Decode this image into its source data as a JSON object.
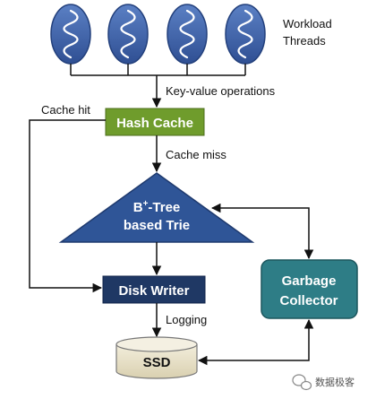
{
  "workload": {
    "label_line1": "Workload",
    "label_line2": "Threads",
    "thread_count": 4
  },
  "edges": {
    "kv_ops": "Key-value operations",
    "cache_hit": "Cache hit",
    "cache_miss": "Cache miss",
    "logging": "Logging"
  },
  "nodes": {
    "hash_cache": "Hash Cache",
    "btree_line1": "B",
    "btree_sup": "+",
    "btree_line1_rest": "-Tree",
    "btree_line2": "based Trie",
    "disk_writer": "Disk Writer",
    "gc_line1": "Garbage",
    "gc_line2": "Collector",
    "ssd": "SSD"
  },
  "watermark": {
    "text": "数据极客"
  },
  "colors": {
    "thread_fill": "#3f63a8",
    "hash_cache": "#6f9c2c",
    "btree": "#2f5597",
    "disk_writer": "#1f3864",
    "garbage_collector": "#2e7d86",
    "ssd": "#e8e1c8",
    "line": "#111111"
  }
}
